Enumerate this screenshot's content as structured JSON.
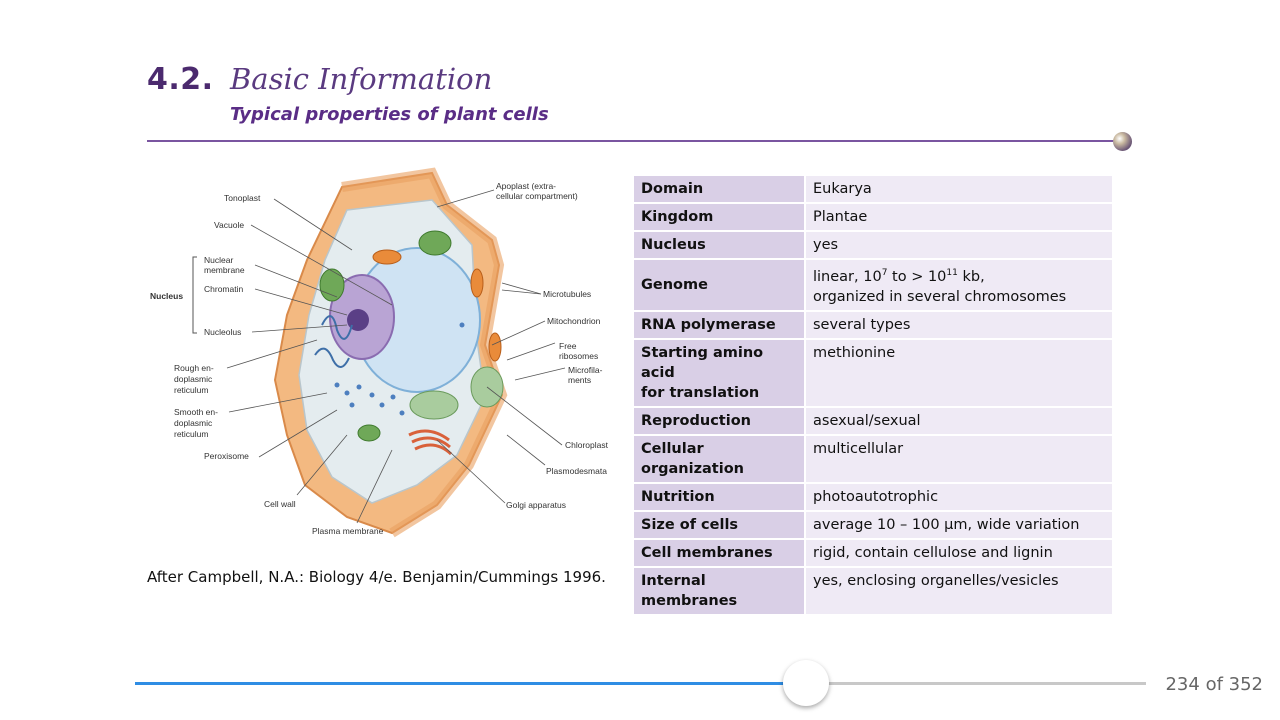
{
  "header": {
    "section_number": "4.2.",
    "title": "Basic Information",
    "subtitle": "Typical properties of plant cells"
  },
  "diagram": {
    "labels": {
      "tonoplast": "Tonoplast",
      "vacuole": "Vacuole",
      "nuclear_membrane_1": "Nuclear",
      "nuclear_membrane_2": "membrane",
      "chromatin": "Chromatin",
      "nucleus": "Nucleus",
      "nucleolus": "Nucleolus",
      "rough_er_1": "Rough en-",
      "rough_er_2": "doplasmic",
      "rough_er_3": "reticulum",
      "smooth_er_1": "Smooth en-",
      "smooth_er_2": "doplasmic",
      "smooth_er_3": "reticulum",
      "peroxisome": "Peroxisome",
      "cell_wall": "Cell wall",
      "plasma_membrane": "Plasma membrane",
      "apoplast_1": "Apoplast (extra-",
      "apoplast_2": "cellular compartment)",
      "microtubules": "Microtubules",
      "mitochondrion": "Mitochondrion",
      "free_ribosomes_1": "Free",
      "free_ribosomes_2": "ribosomes",
      "microfilaments_1": "Microfila-",
      "microfilaments_2": "ments",
      "chloroplast": "Chloroplast",
      "plasmodesmata": "Plasmodesmata",
      "golgi": "Golgi apparatus"
    }
  },
  "caption": "After Campbell, N.A.: Biology 4/e. Benjamin/Cummings 1996.",
  "properties": [
    {
      "key": "Domain",
      "value": "Eukarya"
    },
    {
      "key": "Kingdom",
      "value": "Plantae"
    },
    {
      "key": "Nucleus",
      "value": "yes"
    },
    {
      "key": "Genome",
      "value_prefix": "linear, 10",
      "exp1": "7",
      "value_mid": " to > 10",
      "exp2": "11",
      "value_suffix": " kb,",
      "value_line2": "organized in several chromosomes"
    },
    {
      "key": "RNA polymerase",
      "value": "several types"
    },
    {
      "key_line1": "Starting amino acid",
      "key_line2": "for translation",
      "value": "methionine"
    },
    {
      "key": "Reproduction",
      "value": "asexual/sexual"
    },
    {
      "key_line1": "Cellular",
      "key_line2": "organization",
      "value": "multicellular"
    },
    {
      "key": "Nutrition",
      "value": "photoautotrophic"
    },
    {
      "key": "Size of cells",
      "value": "average 10 – 100 µm, wide variation"
    },
    {
      "key": "Cell membranes",
      "value": "rigid, contain cellulose and lignin"
    },
    {
      "key": "Internal membranes",
      "value": "yes, enclosing organelles/vesicles"
    }
  ],
  "pager": {
    "text": "234 of 352",
    "current": 234,
    "total": 352
  },
  "colors": {
    "accent": "#5a2d86",
    "progress": "#2f8de4",
    "key_cell": "#d9cfe6",
    "value_cell": "#efeaf5"
  }
}
